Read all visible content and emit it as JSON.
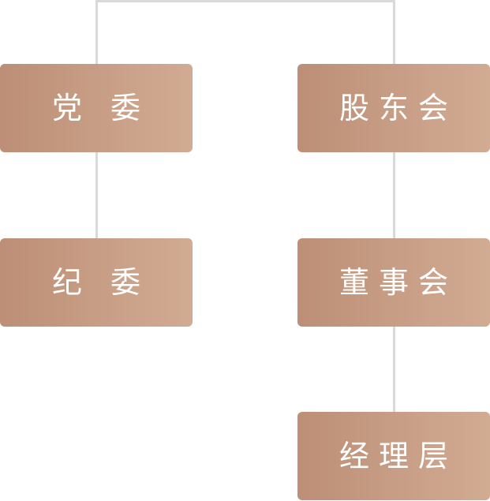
{
  "nodes": {
    "party_committee": "党 委",
    "discipline_committee": "纪 委",
    "shareholders_meeting": "股东会",
    "board_of_directors": "董事会",
    "management": "经理层"
  },
  "colors": {
    "node_gradient_start": "#bc8f76",
    "node_gradient_end": "#d2ab93",
    "connector": "#d9d9d9",
    "label": "#ffffff"
  }
}
